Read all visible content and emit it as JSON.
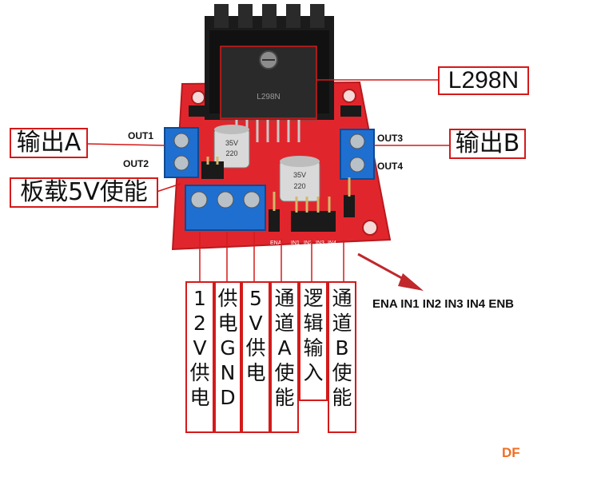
{
  "module_labels": {
    "chip": "L298N",
    "output_a": "输出A",
    "output_b": "输出B",
    "onboard_5v_enable": "板载5V使能"
  },
  "terminal_labels": {
    "out1": "OUT1",
    "out2": "OUT2",
    "out3": "OUT3",
    "out4": "OUT4"
  },
  "header_silkscreen": [
    "ENA",
    "IN1",
    "IN2",
    "IN3",
    "IN4"
  ],
  "chip_marking": "L298N",
  "capacitor_marking": [
    "220",
    "35V"
  ],
  "pin_descriptions": [
    {
      "id": "12v-supply",
      "text": "12V供电"
    },
    {
      "id": "supply-gnd",
      "text": "供电GND"
    },
    {
      "id": "5v-supply",
      "text": "5V供电"
    },
    {
      "id": "channel-a-enable",
      "text": "通道A使能"
    },
    {
      "id": "logic-input",
      "text": "逻辑输入"
    },
    {
      "id": "channel-b-enable",
      "text": "通道B使能"
    }
  ],
  "enable_pins_caption": "ENA IN1 IN2 IN3 IN4 ENB",
  "watermark": "DF",
  "colors": {
    "annotation_red": "#d41a1a",
    "pcb_red": "#e0262c",
    "terminal_blue": "#1e6fd0",
    "heatsink_black": "#1b1b1b",
    "arrow_red": "#c0282c"
  }
}
